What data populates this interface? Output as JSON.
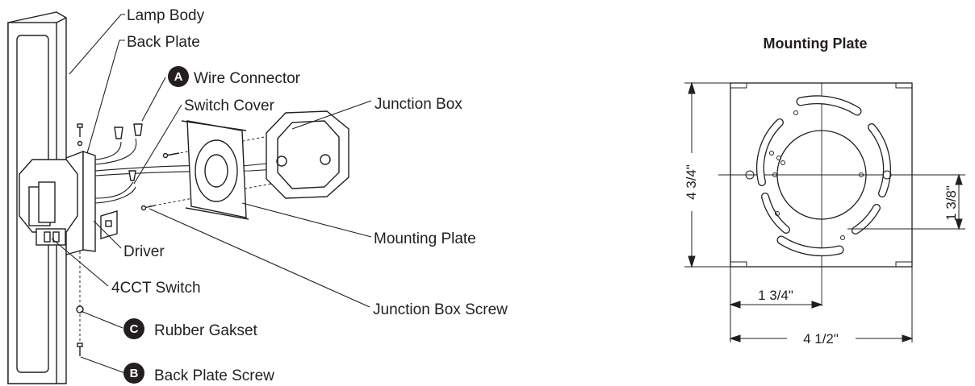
{
  "labels": {
    "lamp_body": "Lamp Body",
    "back_plate": "Back Plate",
    "wire_connector": "Wire Connector",
    "switch_cover": "Switch Cover",
    "junction_box": "Junction Box",
    "driver": "Driver",
    "mounting_plate": "Mounting Plate",
    "cct_switch": "4CCT Switch",
    "junction_box_screw": "Junction Box Screw",
    "rubber_gasket": "Rubber Gakset",
    "back_plate_screw": "Back Plate Screw"
  },
  "badges": {
    "a": "A",
    "b": "B",
    "c": "C"
  },
  "plate_view": {
    "title": "Mounting Plate",
    "dim_height": "4 3/4\"",
    "dim_width": "4 1/2\"",
    "dim_offset_x": "1 3/4\"",
    "dim_offset_y": "1 3/8\""
  },
  "colors": {
    "line": "#231f20",
    "badge_fill": "#231f20",
    "badge_text": "#ffffff",
    "fixture_fill": "#f5f5f5"
  }
}
